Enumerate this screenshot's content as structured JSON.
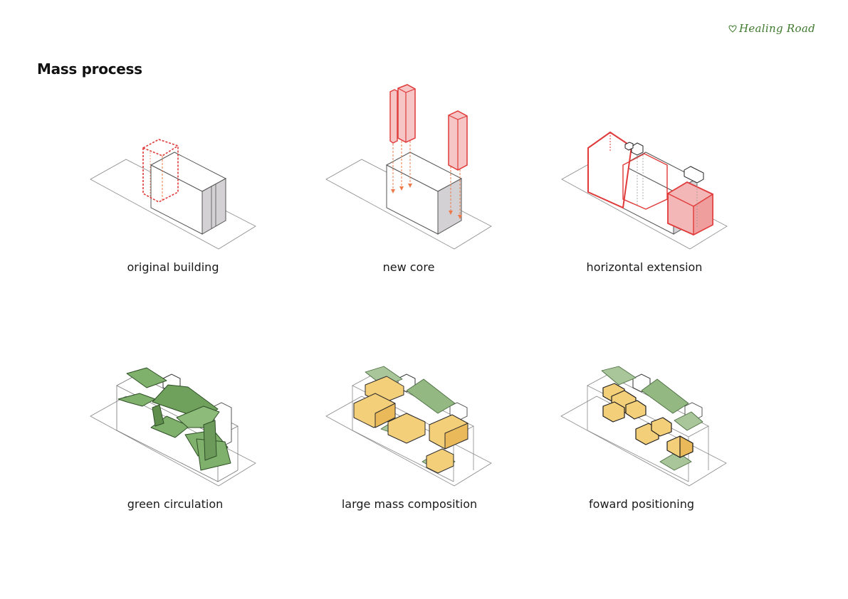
{
  "logo": {
    "text": "Healing Road"
  },
  "title": "Mass process",
  "panels": [
    {
      "caption": "original building"
    },
    {
      "caption": "new core"
    },
    {
      "caption": "horizontal extension"
    },
    {
      "caption": "green circulation"
    },
    {
      "caption": "large mass composition"
    },
    {
      "caption": "foward positioning"
    }
  ],
  "colors": {
    "core_red": "#e03a3a",
    "arrow_orange": "#ee7a4a",
    "green_fill": "#7fb06c",
    "green_light": "#a9c69a",
    "mass_yellow": "#f4cf7a",
    "side_grey": "#d3d1d3"
  }
}
